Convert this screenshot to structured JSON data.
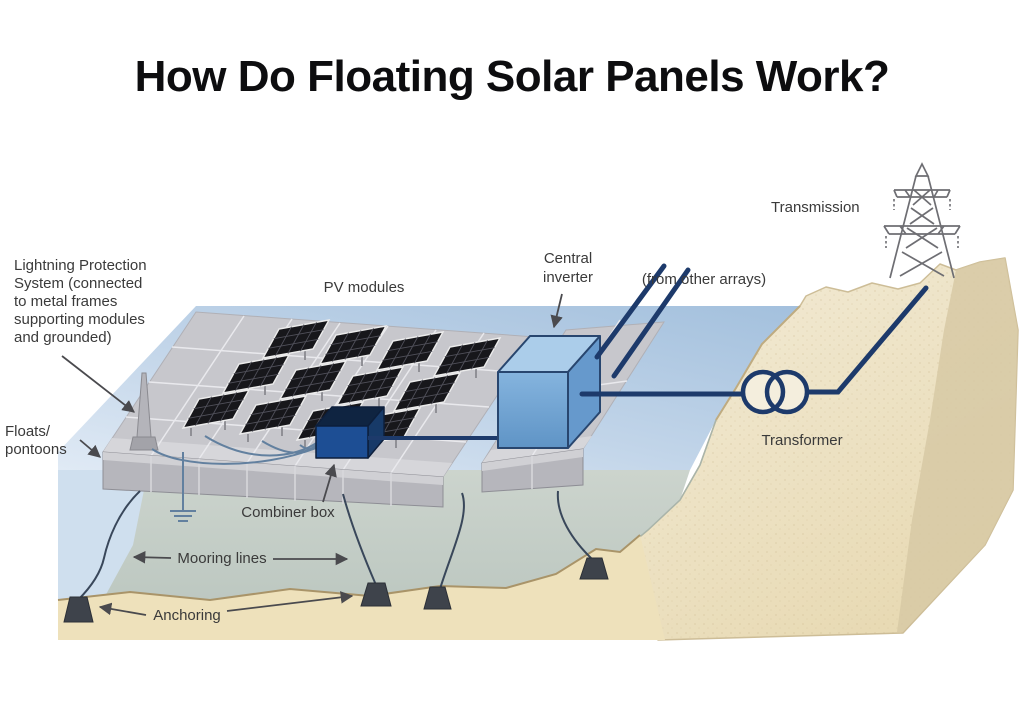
{
  "title": "How Do Floating Solar Panels Work?",
  "labels": {
    "lightning_protection_lines": [
      "Lightning Protection",
      "System (connected",
      "to metal frames",
      "supporting modules",
      "and grounded)"
    ],
    "floats_lines": [
      "Floats/",
      "pontoons"
    ],
    "pv_modules": "PV modules",
    "central_inverter_lines": [
      "Central",
      "inverter"
    ],
    "from_other_arrays": "(from other arrays)",
    "transmission": "Transmission",
    "transformer": "Transformer",
    "combiner_box": "Combiner box",
    "mooring_lines": "Mooring lines",
    "anchoring": "Anchoring"
  },
  "colors": {
    "accent_navy": "#1d3a6b",
    "water_deep": "#a3c0dd",
    "water_light": "#dde9f4",
    "underwater": "#c3cdc7",
    "sand": "#eee1bb",
    "land": "#f3ecd8",
    "land_shade": "#d7c9a4",
    "float_gray": "#c7c7cc",
    "panel_dark": "#17171b",
    "combiner_navy": "#1d4e94",
    "inverter_blue": "#79abd8",
    "label_text": "#3a3a3a"
  }
}
